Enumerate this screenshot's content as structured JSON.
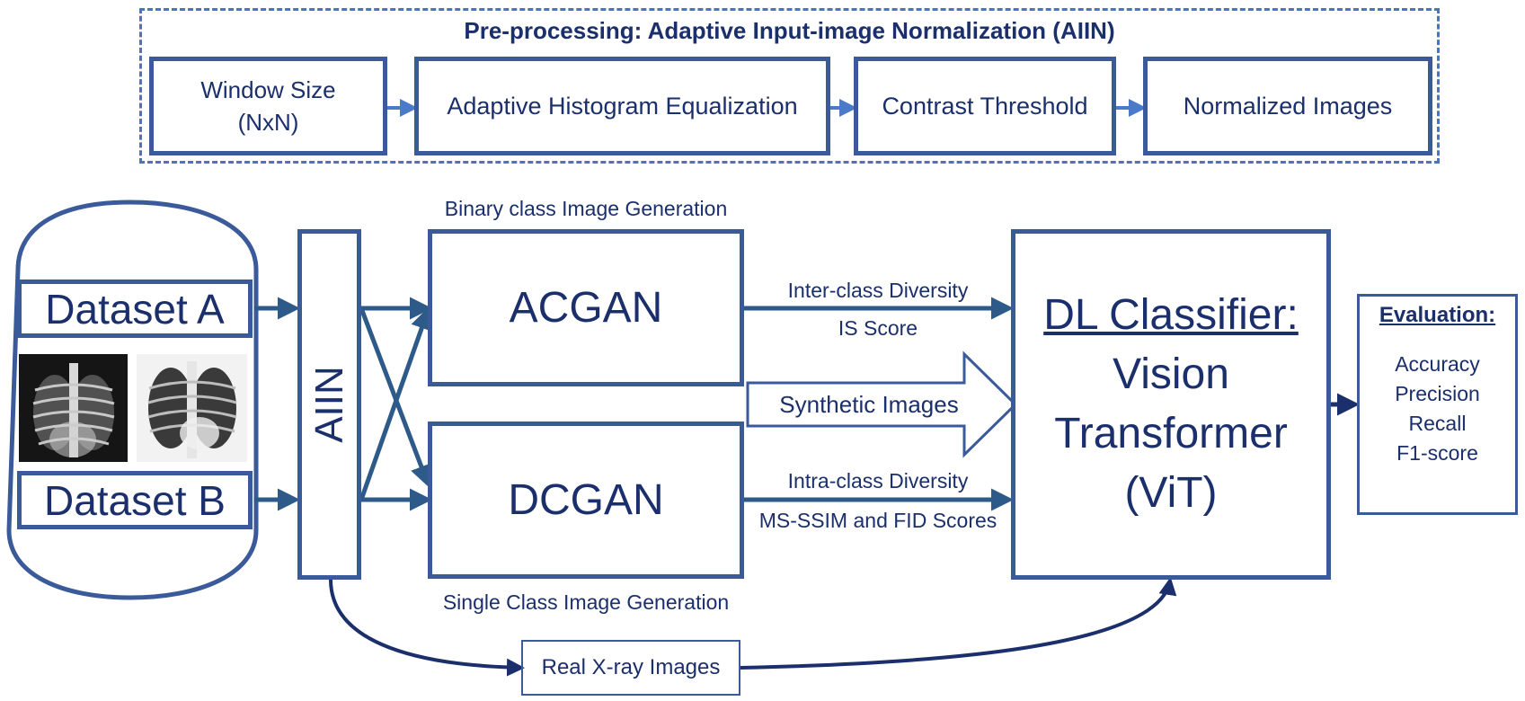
{
  "preprocessing": {
    "title": "Pre-processing: Adaptive Input-image Normalization (AIIN)",
    "steps": [
      {
        "label_line1": "Window Size",
        "label_line2": "(NxN)"
      },
      {
        "label": "Adaptive Histogram Equalization"
      },
      {
        "label": "Contrast Threshold"
      },
      {
        "label": "Normalized Images"
      }
    ]
  },
  "datasets": {
    "a_label": "Dataset A",
    "b_label": "Dataset B"
  },
  "aiin_label": "AIIN",
  "gans": {
    "acgan_caption": "Binary class Image Generation",
    "acgan_label": "ACGAN",
    "dcgan_label": "DCGAN",
    "dcgan_caption": "Single Class Image Generation"
  },
  "metrics": {
    "inter_class": "Inter-class Diversity",
    "is_score": "IS Score",
    "synthetic": "Synthetic Images",
    "intra_class": "Intra-class Diversity",
    "ms_ssim_fid": "MS-SSIM and FID Scores"
  },
  "classifier": {
    "title": "DL Classifier:",
    "line1": "Vision",
    "line2": "Transformer",
    "line3": "(ViT)"
  },
  "evaluation": {
    "title": "Evaluation:",
    "items": [
      "Accuracy",
      "Precision",
      "Recall",
      "F1-score"
    ]
  },
  "real_images_label": "Real X-ray Images",
  "colors": {
    "primary": "#1a2f6b",
    "border": "#3b5a9a",
    "arrow": "#2e5a8a",
    "light_arrow": "#4a7ac8"
  }
}
